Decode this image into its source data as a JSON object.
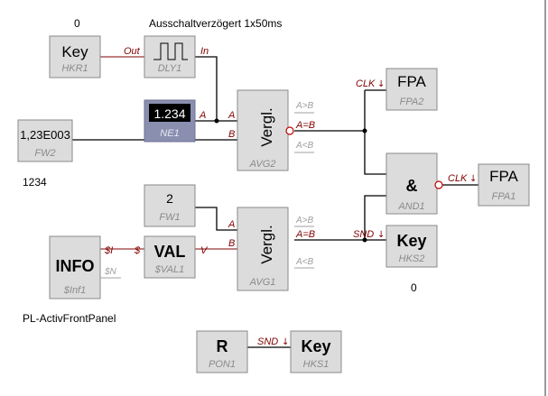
{
  "labels": {
    "delay_title": "Ausschaltverzögert 1x50ms",
    "zero_top": "0",
    "value_1234": "1234",
    "zero_bottom": "0",
    "frontpanel": "PL-ActivFrontPanel"
  },
  "blocks": {
    "hkr1": {
      "main": "Key",
      "sub": "HKR1",
      "out": "Out"
    },
    "dly1": {
      "sub": "DLY1",
      "in": "In"
    },
    "ne1": {
      "main": "1.234",
      "sub": "NE1",
      "a_out": "A"
    },
    "fw2": {
      "main": "1,23E003",
      "sub": "FW2"
    },
    "avg2": {
      "main": "Vergl.",
      "sub": "AVG2",
      "pin_a": "A",
      "pin_b": "B",
      "agtb": "A>B",
      "aeqb": "A=B",
      "altb": "A<B"
    },
    "fpa2": {
      "main": "FPA",
      "sub": "FPA2",
      "pin": "CLK"
    },
    "and1": {
      "main": "&",
      "sub": "AND1",
      "pin": "CLK"
    },
    "fpa1": {
      "main": "FPA",
      "sub": "FPA1"
    },
    "fw1": {
      "main": "2",
      "sub": "FW1"
    },
    "avg1": {
      "main": "Vergl.",
      "sub": "AVG1",
      "pin_a": "A",
      "pin_b": "B",
      "agtb": "A>B",
      "aeqb": "A=B",
      "altb": "A<B"
    },
    "inf1": {
      "main": "INFO",
      "sub": "$Inf1",
      "out_i": "$I",
      "out_n": "$N"
    },
    "val1": {
      "main": "VAL",
      "sub": "$VAL1",
      "in": "$",
      "out": "V"
    },
    "hks2": {
      "main": "Key",
      "sub": "HKS2",
      "pin": "SND"
    },
    "pon1": {
      "main": "R",
      "sub": "PON1",
      "out": "SND"
    },
    "hks1": {
      "main": "Key",
      "sub": "HKS1"
    }
  }
}
